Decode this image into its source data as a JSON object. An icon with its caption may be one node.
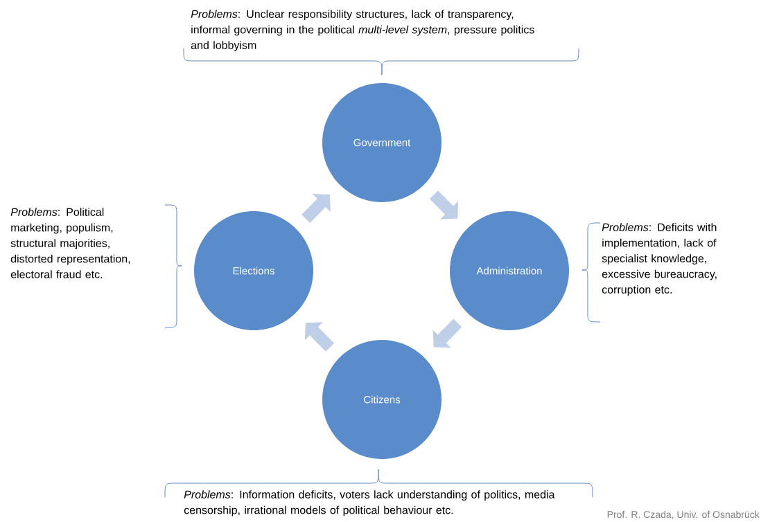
{
  "diagram": {
    "nodes": [
      {
        "text": [
          "Government"
        ],
        "beside": [
          "*Problems*: Unclear responsibility structures, lack of transparency, informal governing in the political *multi-level system*, pressure politics and lobbyism"
        ]
      },
      {
        "text": [
          "Administration"
        ],
        "beside": [
          "*Problems*: Deficits with implementation, lack of specialist knowledge, excessive bureaucracy, corruption etc."
        ]
      },
      {
        "text": [
          "Citizens"
        ],
        "beside": [
          "*Problems*: Information deficits, voters lack understanding of politics, media censorship, irrational models of political behaviour etc."
        ]
      },
      {
        "text": [
          "Elections"
        ]
      }
    ],
    "edges": [
      {
        "from": 3,
        "to": 0,
        "arrow": "to"
      },
      {
        "from": 0,
        "to": 1,
        "arrow": "to"
      },
      {
        "from": 1,
        "to": 2,
        "arrow": "to"
      },
      {
        "from": 2,
        "to": 3,
        "arrow": "to"
      }
    ],
    "labels": [
      "*Problems*: Political marketing, populism, structural majorities, distorted representation, electoral fraud etc.",
      "Prof. R. Czada, Univ. of Osnabrück"
    ]
  }
}
